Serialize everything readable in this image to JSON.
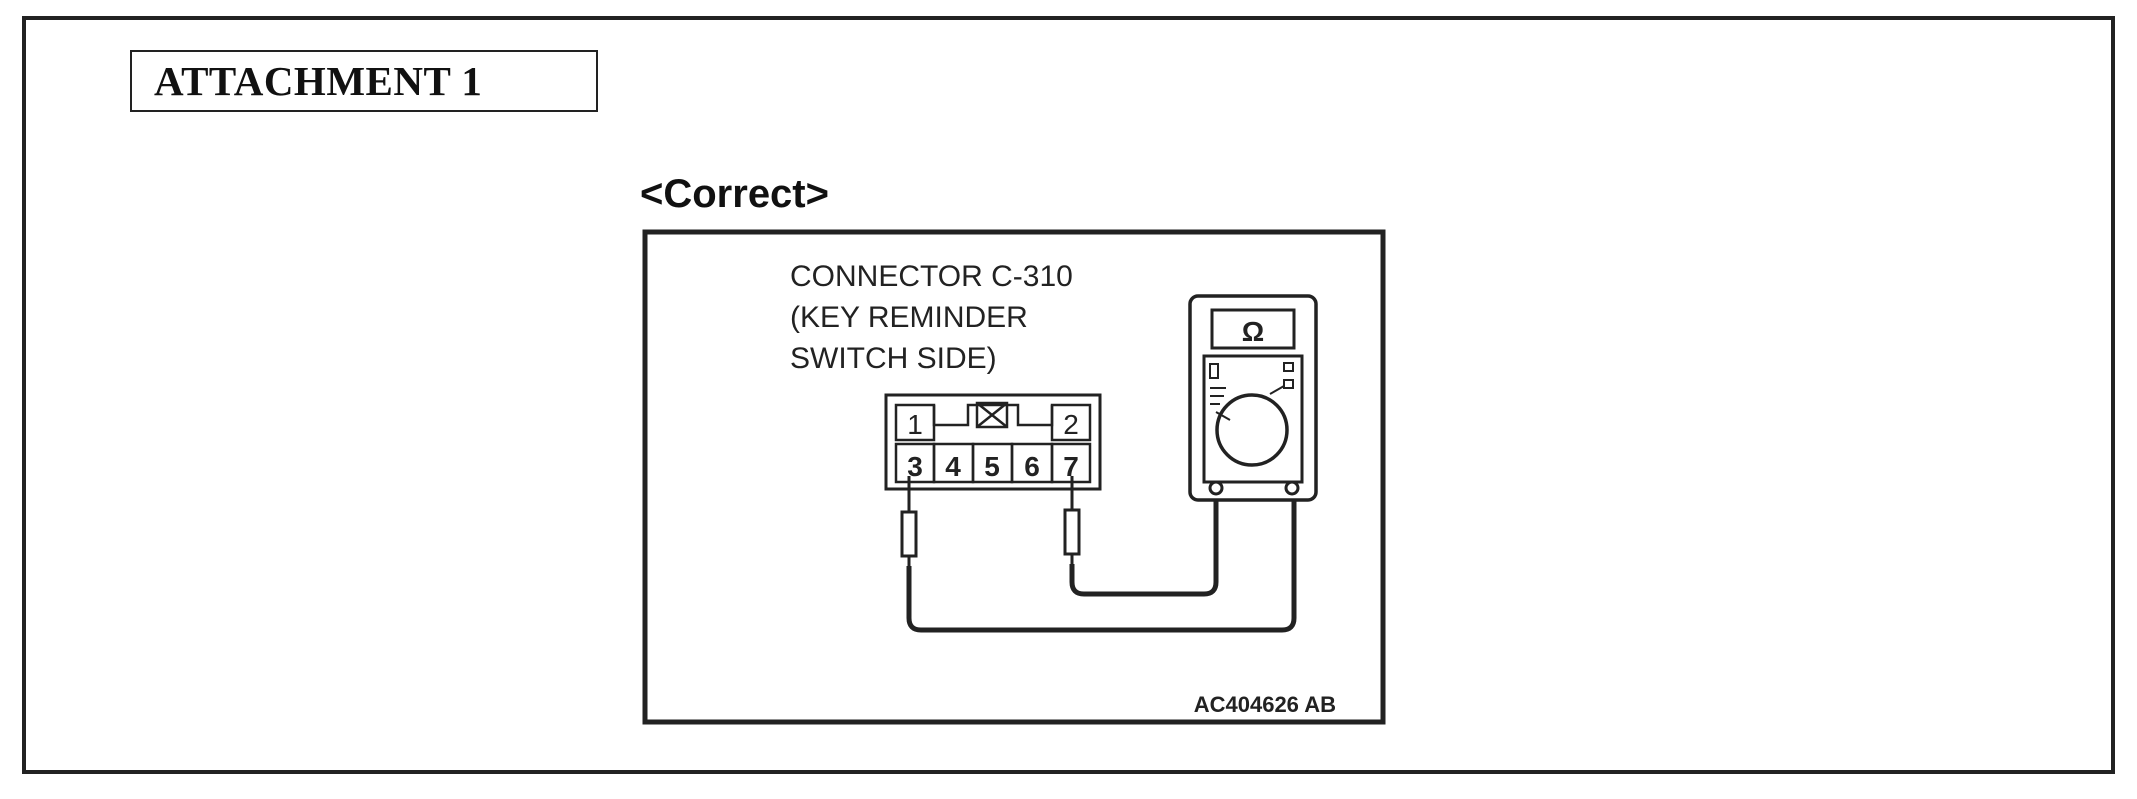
{
  "attachment_title": "ATTACHMENT 1",
  "correct_label": "<Correct>",
  "diagram": {
    "connector_lines": [
      "CONNECTOR C-310",
      "(KEY REMINDER",
      "SWITCH SIDE)"
    ],
    "pins_top": [
      "1",
      "2"
    ],
    "pins_bottom": [
      "3",
      "4",
      "5",
      "6",
      "7"
    ],
    "meter_symbol": "Ω",
    "figure_code": "AC404626 AB"
  },
  "colors": {
    "line": "#222222",
    "background": "#ffffff"
  }
}
